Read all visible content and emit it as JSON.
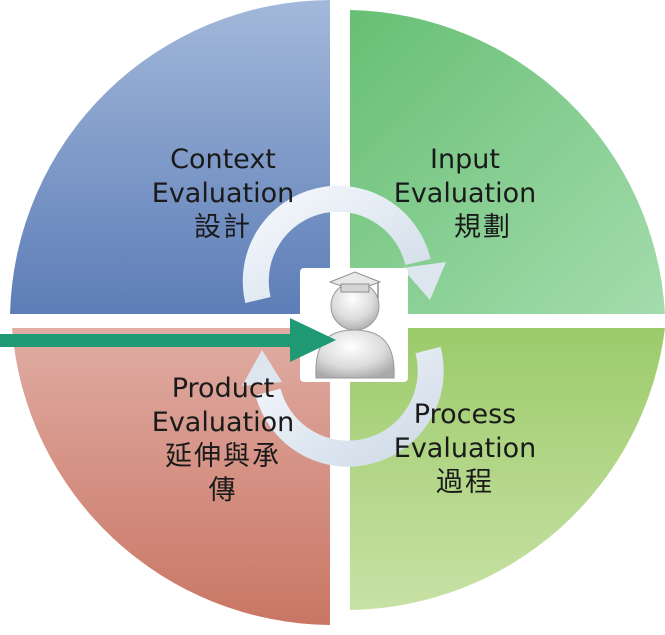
{
  "diagram": {
    "quadrants": [
      {
        "id": "context",
        "line1": "Context",
        "line2": "Evaluation",
        "cjk": "設計",
        "color_top": "#9db3d6",
        "color_bottom": "#5f7fb8"
      },
      {
        "id": "input",
        "line1": "Input",
        "line2": "Evaluation",
        "cjk": "規劃",
        "color_top": "#6ec27a",
        "color_bottom": "#9bd7a4"
      },
      {
        "id": "product",
        "line1": "Product",
        "line2": "Evaluation",
        "cjk": "延伸與承",
        "cjk2": "傳",
        "color_top": "#dba39a",
        "color_bottom": "#c97868"
      },
      {
        "id": "process",
        "line1": "Process",
        "line2": "Evaluation",
        "cjk": "過程",
        "color_top": "#a6cf76",
        "color_bottom": "#c2dd9c"
      }
    ],
    "center_icon": "graduate-user-icon",
    "cycle_icon": "refresh-cycle-icon",
    "arrow_color": "#1f9a74"
  }
}
